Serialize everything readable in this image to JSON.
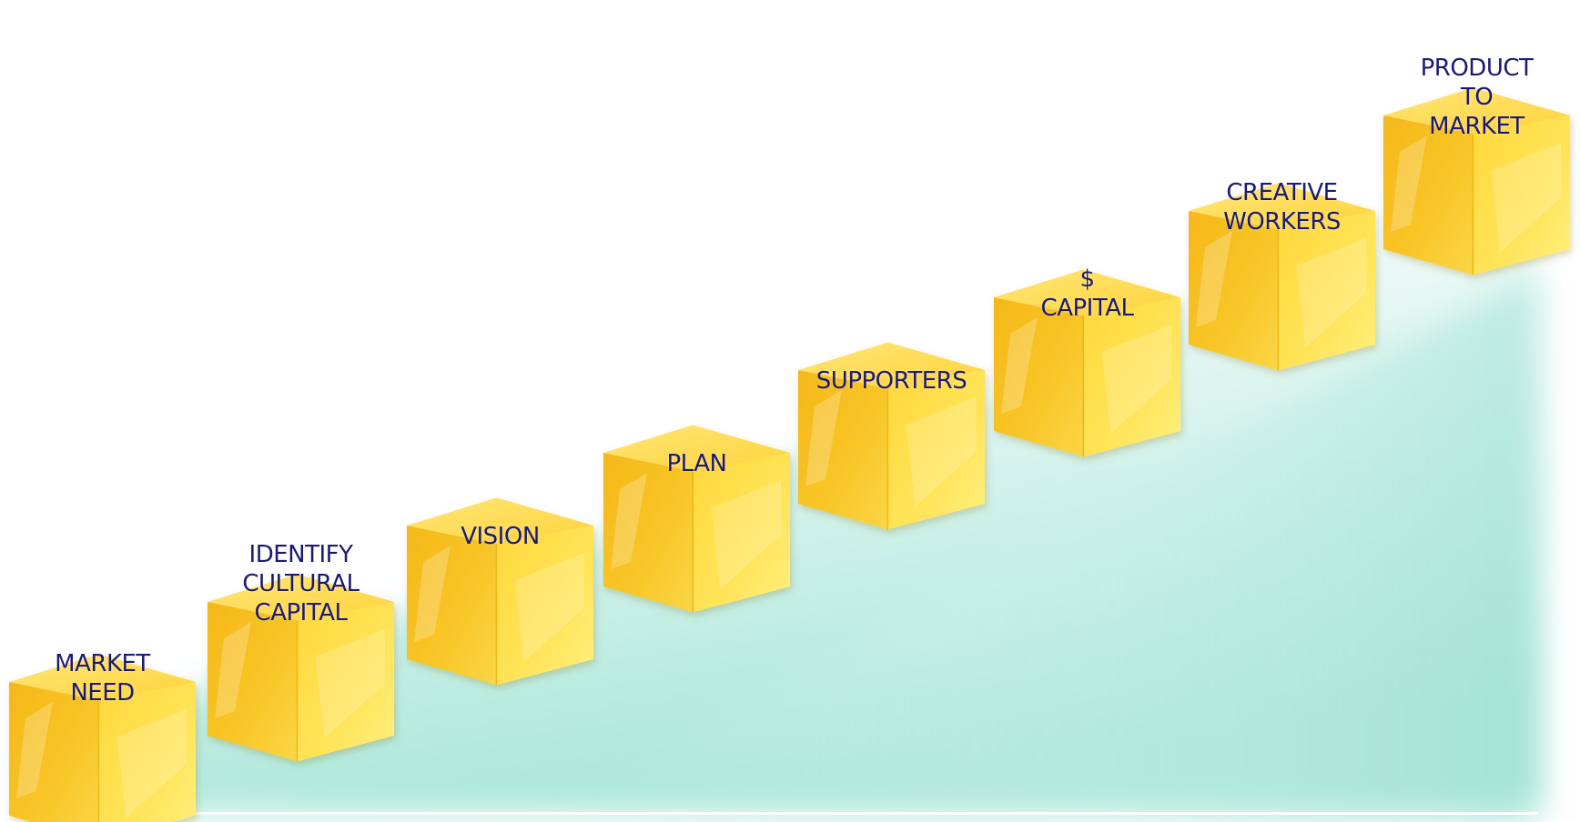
{
  "steps": [
    {
      "lines": [
        "MARKET",
        "NEED"
      ]
    },
    {
      "lines": [
        "IDENTIFY",
        "CULTURAL",
        "CAPITAL"
      ]
    },
    {
      "lines": [
        "VISION"
      ]
    },
    {
      "lines": [
        "PLAN"
      ]
    },
    {
      "lines": [
        "SUPPORTERS"
      ]
    },
    {
      "lines": [
        "$",
        "CAPITAL"
      ]
    },
    {
      "lines": [
        "CREATIVE",
        "WORKERS"
      ]
    },
    {
      "lines": [
        "PRODUCT",
        "TO",
        "MARKET"
      ]
    }
  ],
  "colors": {
    "label": "#1b1a72",
    "cube_top": "#ffe76a",
    "cube_front": "#f7c21d",
    "cube_side": "#ffe03a",
    "background_gradient": "#aee9dc"
  }
}
